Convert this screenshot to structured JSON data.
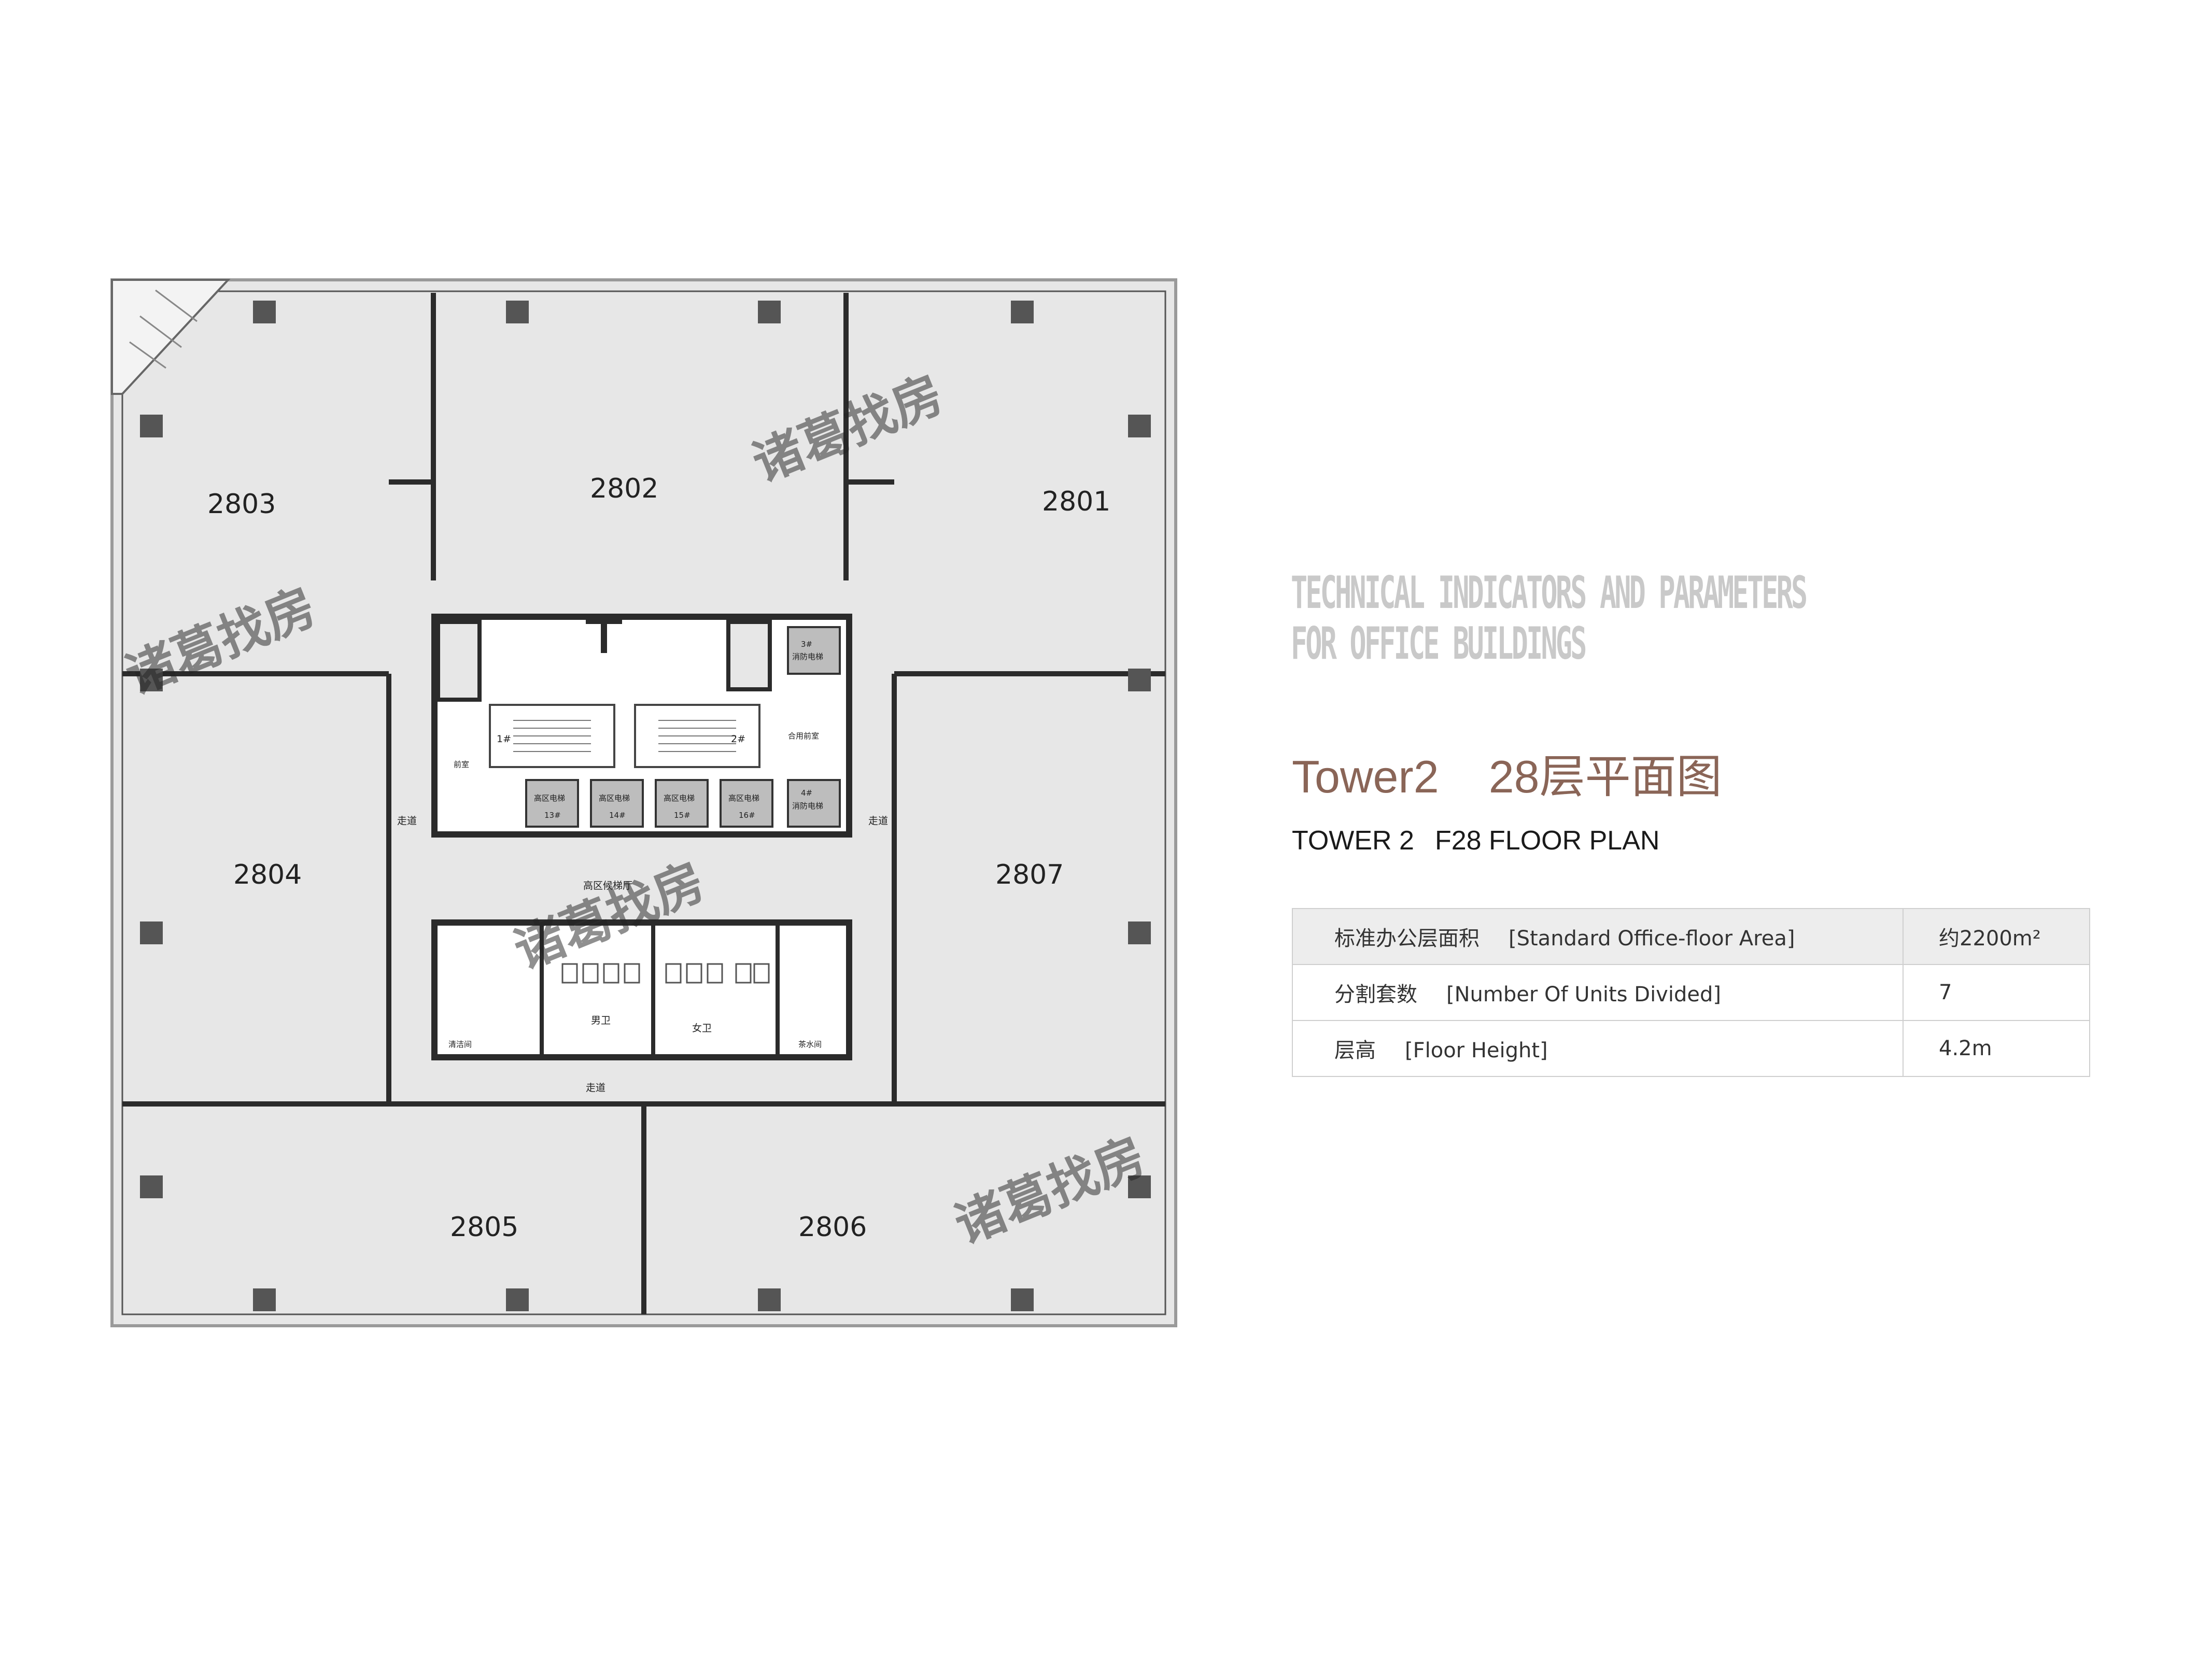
{
  "heading": {
    "line1": "TECHNICAL INDICATORS AND PARAMETERS",
    "line2": "FOR OFFICE BUILDINGS"
  },
  "title": {
    "tower": "Tower2",
    "floor": "28层平面图"
  },
  "subtitle": {
    "tower": "TOWER 2",
    "floor": "F28  FLOOR PLAN"
  },
  "specs": [
    {
      "label_cn": "标准办公层面积",
      "label_en": "[Standard Office-floor Area]",
      "value": "约2200m²"
    },
    {
      "label_cn": "分割套数",
      "label_en": "[Number Of Units Divided]",
      "value": "7"
    },
    {
      "label_cn": "层高",
      "label_en": "[Floor Height]",
      "value": "4.2m"
    }
  ],
  "plan": {
    "units": [
      "2801",
      "2802",
      "2803",
      "2804",
      "2805",
      "2806",
      "2807"
    ],
    "core_labels": {
      "corridor": "走道",
      "lobby": "高区候梯厅",
      "stair1": "1#",
      "stair2": "2#",
      "fire_lift3": "3#",
      "fire_lift4": "4#",
      "fire_lift_text": "消防电梯",
      "elevators": [
        "13#",
        "14#",
        "15#",
        "16#"
      ],
      "elevator_text": "高区电梯",
      "shared_front_room": "合用前室",
      "front_room": "前室",
      "men_wc": "男卫",
      "women_wc": "女卫",
      "cleaning": "清洁间",
      "tea_room": "茶水间"
    },
    "watermark": "诸葛找房",
    "colors": {
      "floor": "#e7e7e7",
      "wall": "#2b2b2b",
      "core": "#ffffff"
    }
  }
}
